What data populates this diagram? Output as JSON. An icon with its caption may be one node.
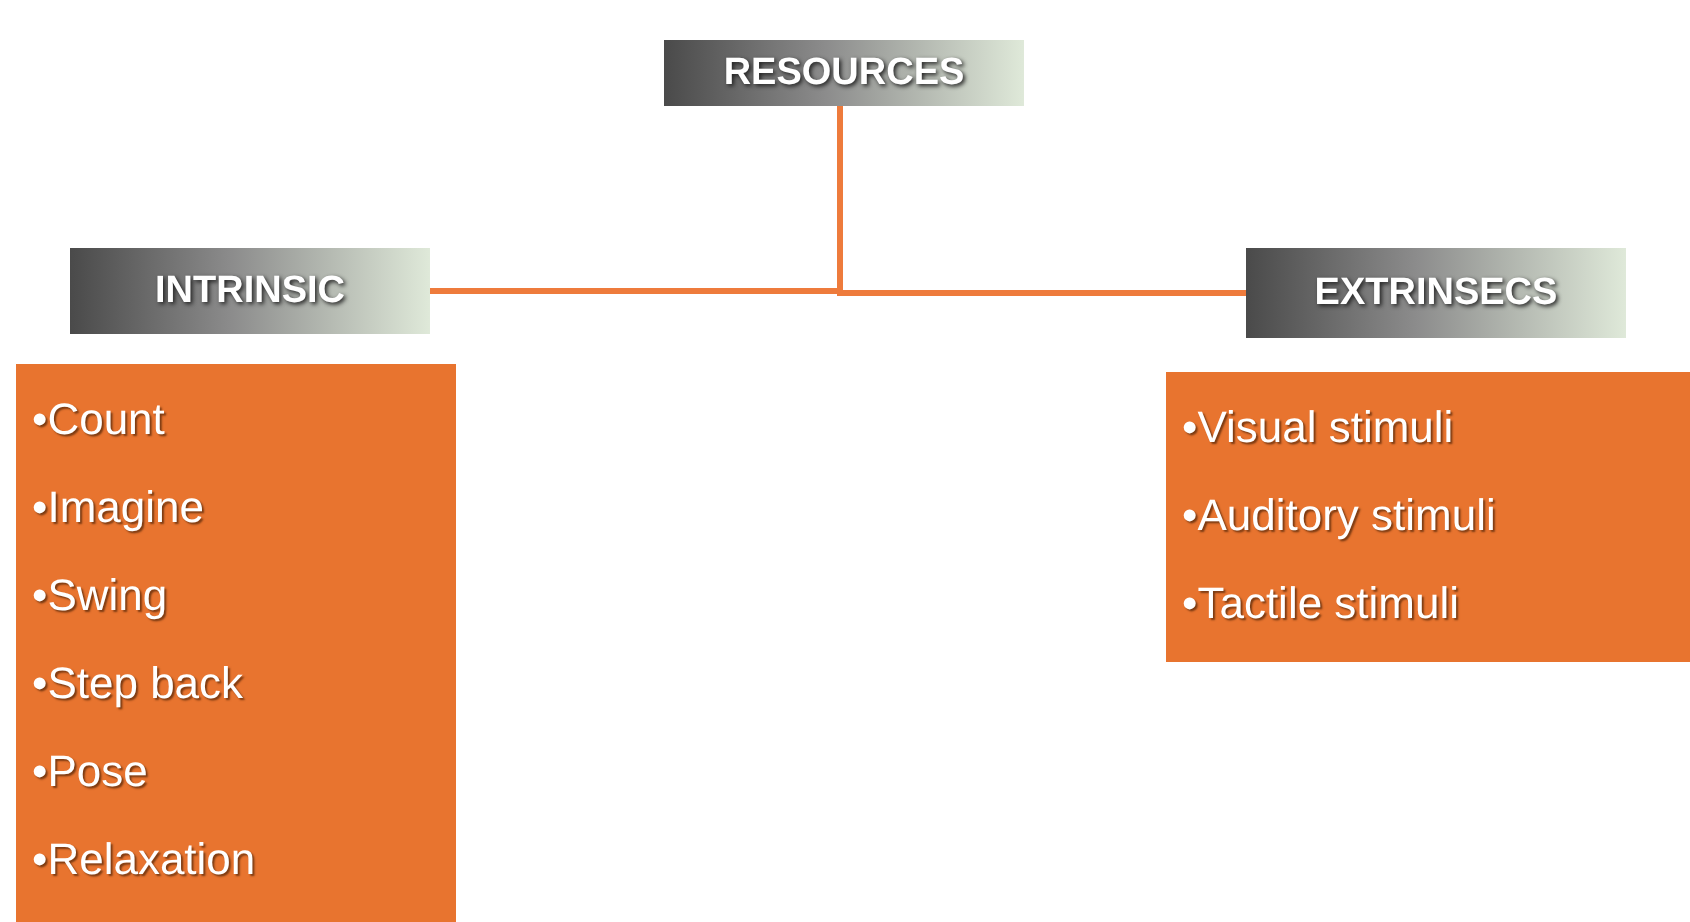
{
  "diagram": {
    "nodes": [
      {
        "text": [
          "RESOURCES"
        ]
      },
      {
        "text": [
          "INTRINSIC"
        ]
      },
      {
        "text": [
          "EXTRINSECS"
        ]
      },
      {
        "text": [
          "•Count",
          "•Imagine",
          "•Swing",
          "•Step back",
          "•Pose",
          "•Relaxation"
        ]
      },
      {
        "text": [
          "•Visual stimuli",
          "•Auditory stimuli",
          "•Tactile stimuli"
        ]
      }
    ],
    "edges": [
      {
        "from": 0,
        "to": 1,
        "arrow": "none"
      },
      {
        "from": 0,
        "to": 2,
        "arrow": "none"
      }
    ]
  }
}
